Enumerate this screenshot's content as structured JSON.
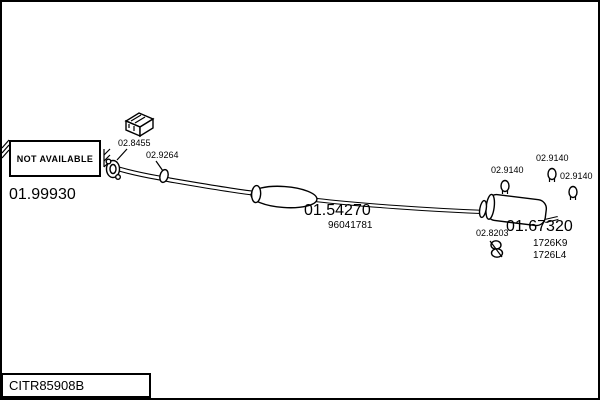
{
  "diagram": {
    "catalog_code": "CITR85908B",
    "not_available_label": "NOT AVAILABLE",
    "labels": {
      "p0199930": "01.99930",
      "p028455": "02.8455",
      "p029264": "02.9264",
      "p0154270": "01.54270",
      "p96041781": "96041781",
      "p029140_1": "02.9140",
      "p029140_2": "02.9140",
      "p029140_3": "02.9140",
      "p028203": "02.8203",
      "p0167320": "01.67320",
      "p1726K9": "1726K9",
      "p1726L4": "1726L4"
    },
    "icons": {
      "gasket_box": "gasket-box-icon",
      "clamp": "clamp-icon",
      "hanger": "hanger-icon",
      "flange": "flange-icon"
    },
    "colors": {
      "ink": "#000000",
      "paper": "#ffffff"
    }
  }
}
